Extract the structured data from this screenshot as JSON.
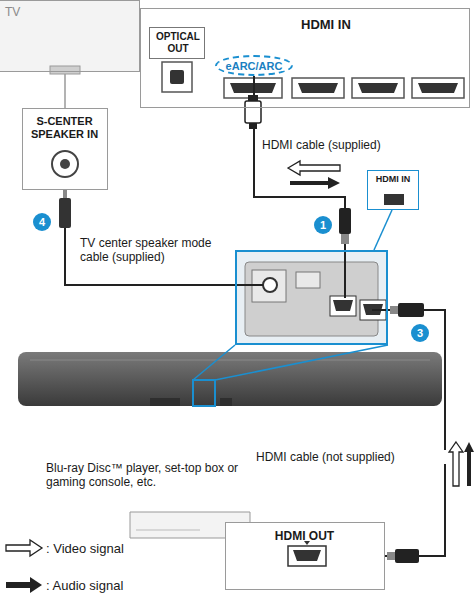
{
  "diagram": {
    "nodes": [
      {
        "text": [
          "TV"
        ]
      },
      {
        "text": [
          "HDMI IN"
        ]
      },
      {
        "text": [
          "OPTICAL OUT"
        ],
        "in": 1
      },
      {
        "text": [
          "eARC/ARC"
        ],
        "in": 1
      },
      {
        "text": [
          "S-CENTER SPEAKER IN"
        ]
      },
      {
        "text": [
          "HDMI IN"
        ]
      },
      {
        "text": [
          "Blu-ray Disc™ player, set-top box or gaming console, etc.",
          "HDMI OUT"
        ]
      }
    ],
    "edges": [
      {
        "from": 3,
        "to": 5,
        "label": "HDMI cable (supplied)",
        "arrow": "none"
      },
      {
        "from": 4,
        "to": 5,
        "label": "TV center speaker mode cable (supplied)",
        "arrow": "none"
      },
      {
        "from": 6,
        "to": 5,
        "label": "HDMI cable (not supplied)",
        "arrow": "none"
      }
    ],
    "labels": [
      "4",
      "1",
      "3"
    ],
    "legend": [
      {
        "text": ": Video signal"
      },
      {
        "text": ": Audio signal"
      }
    ]
  }
}
